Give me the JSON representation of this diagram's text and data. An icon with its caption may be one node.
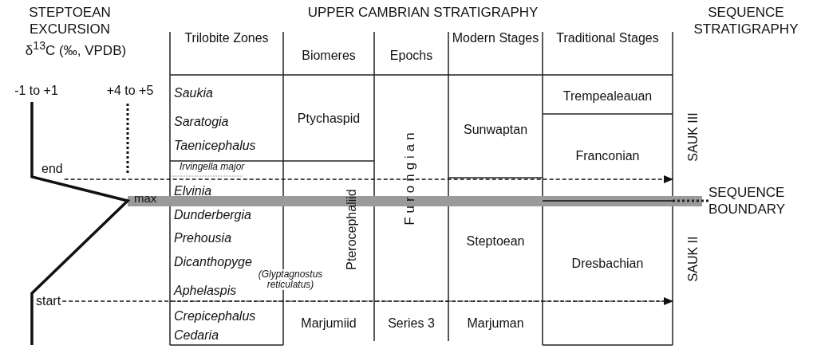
{
  "diagram": {
    "nodes": [
      {
        "text": [
          "end"
        ]
      },
      {
        "text": [
          "start"
        ]
      }
    ],
    "edges": [
      {
        "from": 0,
        "to": null,
        "arrow": "to",
        "style": "dashed"
      },
      {
        "from": 1,
        "to": null,
        "arrow": "to",
        "style": "dashed"
      }
    ],
    "labels": [
      "STEPTOEAN EXCURSION",
      "δ$^{13}$C (‰, VPDB)",
      "UPPER CAMBRIAN STRATIGRAPHY",
      "SEQUENCE STRATIGRAPHY",
      "Trilobite Zones",
      "Biomeres",
      "Epochs",
      "Modern Stages",
      "Traditional Stages",
      "-1 to +1",
      "+4 to +5",
      "Saukia",
      "Saratogia",
      "Taenicephalus",
      "Ptychaspid",
      "Sunwaptan",
      "Trempealeauan",
      "Franconian",
      "SAUK III",
      "Irvingella major",
      "Furongian",
      "max",
      "Elvinia",
      "Dunderbergia",
      "SEQUENCE BOUNDARY",
      "Pterocephaliid",
      "Prehousia",
      "Steptoean",
      "Dicanthopyge",
      "Dresbachian",
      "SAUK II",
      "(Glyptagnostus reticulatus)",
      "Aphelaspis",
      "Crepicephalus",
      "Marjumiid",
      "Series 3",
      "Marjuman",
      "Cedaria"
    ]
  }
}
